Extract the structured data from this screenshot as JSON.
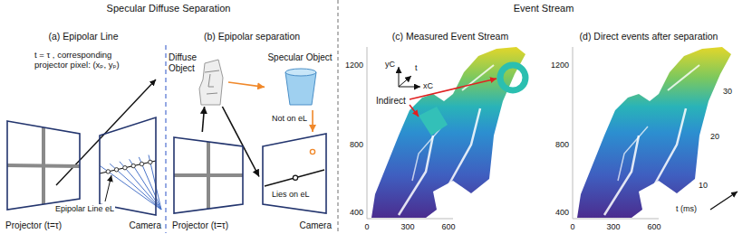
{
  "diagram": {
    "nodes": [
      {
        "text": [
          "Projector (t=τ)"
        ]
      },
      {
        "text": [
          "Camera"
        ]
      },
      {
        "text": [
          "Diffuse Object"
        ]
      },
      {
        "text": [
          "Specular Object"
        ]
      },
      {
        "text": [
          "Projector (t=τ)"
        ]
      },
      {
        "text": [
          "Camera"
        ]
      }
    ],
    "edges": [
      {
        "from": 4,
        "to": 2,
        "arrow": "to"
      },
      {
        "from": 2,
        "to": 3,
        "arrow": "to"
      },
      {
        "from": 3,
        "to": 5,
        "arrow": "to"
      },
      {
        "from": 2,
        "to": 5,
        "arrow": "to"
      }
    ],
    "labels": [
      "Specular Diffuse Separation",
      "Event Stream",
      "(a) Epipolar Line",
      "(b) Epipolar separation",
      "(c) Measured Event Stream",
      "(d) Direct events after separation",
      "t = τ , corresponding projector pixel: (xₚ, yₚ)",
      "Epipolar Line eL",
      "Not on eL",
      "Lies on eL",
      "yC",
      "t",
      "xC",
      "1200",
      "800",
      "400",
      "0",
      "300",
      "600",
      "Indirect",
      "1200",
      "800",
      "400",
      "0",
      "300",
      "600",
      "30",
      "20",
      "10",
      "t (ms)"
    ]
  }
}
